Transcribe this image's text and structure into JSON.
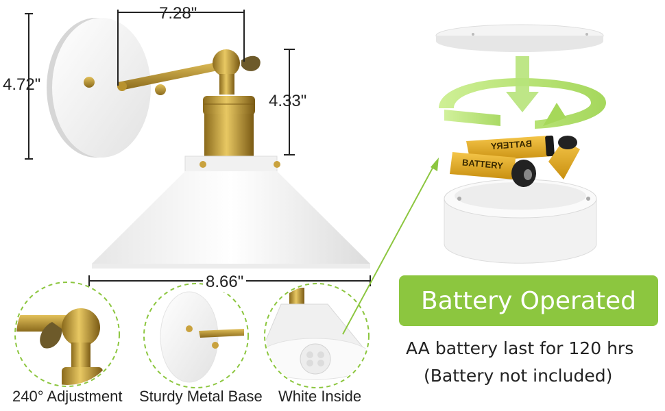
{
  "dimensions": {
    "arm_length": "7.28\"",
    "base_height": "4.72\"",
    "shade_height": "4.33\"",
    "shade_width": "8.66\""
  },
  "features": [
    {
      "caption": "240° Adjustment",
      "icon": "swivel-joint-icon"
    },
    {
      "caption": "Sturdy Metal Base",
      "icon": "metal-base-icon"
    },
    {
      "caption": "White Inside",
      "icon": "shade-interior-icon"
    }
  ],
  "battery": {
    "badge": "Battery Operated",
    "note_line1": "AA battery last for 120 hrs",
    "note_line2": "(Battery not included)",
    "battery_label": "BATTERY"
  },
  "colors": {
    "accent_green": "#8cc63f",
    "brass": "#c9a23e",
    "shade_white": "#f7f7f7"
  }
}
